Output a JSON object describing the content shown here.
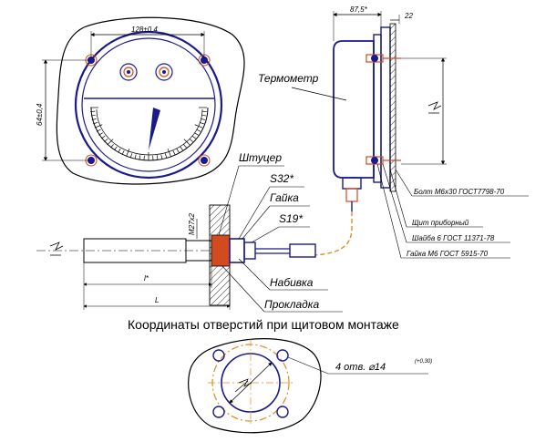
{
  "front_view": {
    "dim_width": "128±0,4",
    "dim_height": "64±0,4"
  },
  "side_view": {
    "dim_depth": "87,5*",
    "dim_panel": "22"
  },
  "sensor": {
    "dim_thread": "M27x2",
    "dim_l_star": "l*",
    "dim_L": "L"
  },
  "labels": {
    "thermometer": "Термометр",
    "shtutser": "Штуцер",
    "s32": "S32*",
    "gaika": "Гайка",
    "s19": "S19*",
    "nabivka": "Набивка",
    "prokladka": "Прокладка",
    "bolt": "Болт М6х30 ГОСТ7798-70",
    "panel": "Щит приборный",
    "washer": "Шайба 6 ГОСТ 11371-78",
    "nut": "Гайка М6 ГОСТ 5915-70",
    "holes": "4 отв. ⌀14",
    "holes_tol": "(+0,30)"
  },
  "caption": "Координаты отверстий при щитовом монтаже",
  "colors": {
    "outline_blue": "#1a1a8c",
    "accent_red": "#d24b1e",
    "capillary_orange": "#e08a1e"
  }
}
